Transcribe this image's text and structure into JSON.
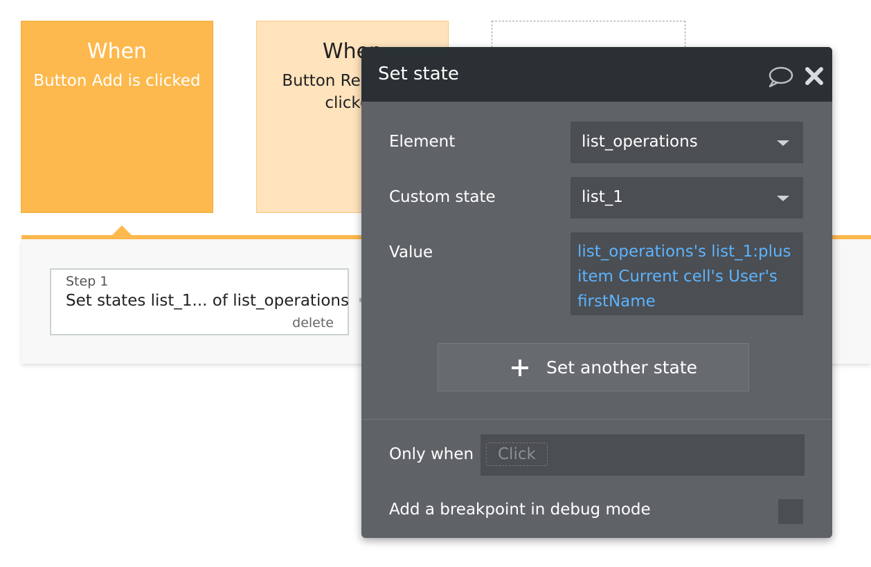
{
  "events": [
    {
      "when": "When",
      "description": "Button Add is clicked"
    },
    {
      "when": "When",
      "description": "Button Remove is clicked"
    }
  ],
  "workflow": {
    "step": {
      "number": "Step 1",
      "title": "Set states list_1... of list_operations",
      "delete_label": "delete"
    }
  },
  "modal": {
    "title": "Set state",
    "element_label": "Element",
    "element_value": "list_operations",
    "custom_state_label": "Custom state",
    "custom_state_value": "list_1",
    "value_label": "Value",
    "value_expression": "list_operations's list_1:plus item Current cell's User's firstName",
    "add_state_label": "Set another state",
    "only_when_label": "Only when",
    "only_when_placeholder": "Click",
    "breakpoint_label": "Add a breakpoint in debug mode"
  },
  "colors": {
    "event_primary": "#fdb94d",
    "event_secondary": "#ffe3bd",
    "modal_bg": "#5f6367",
    "modal_header": "#2a3033",
    "expression": "#5cb3ff"
  },
  "icons": [
    "comment-icon",
    "close-icon",
    "plus-icon",
    "caret-down-icon"
  ]
}
